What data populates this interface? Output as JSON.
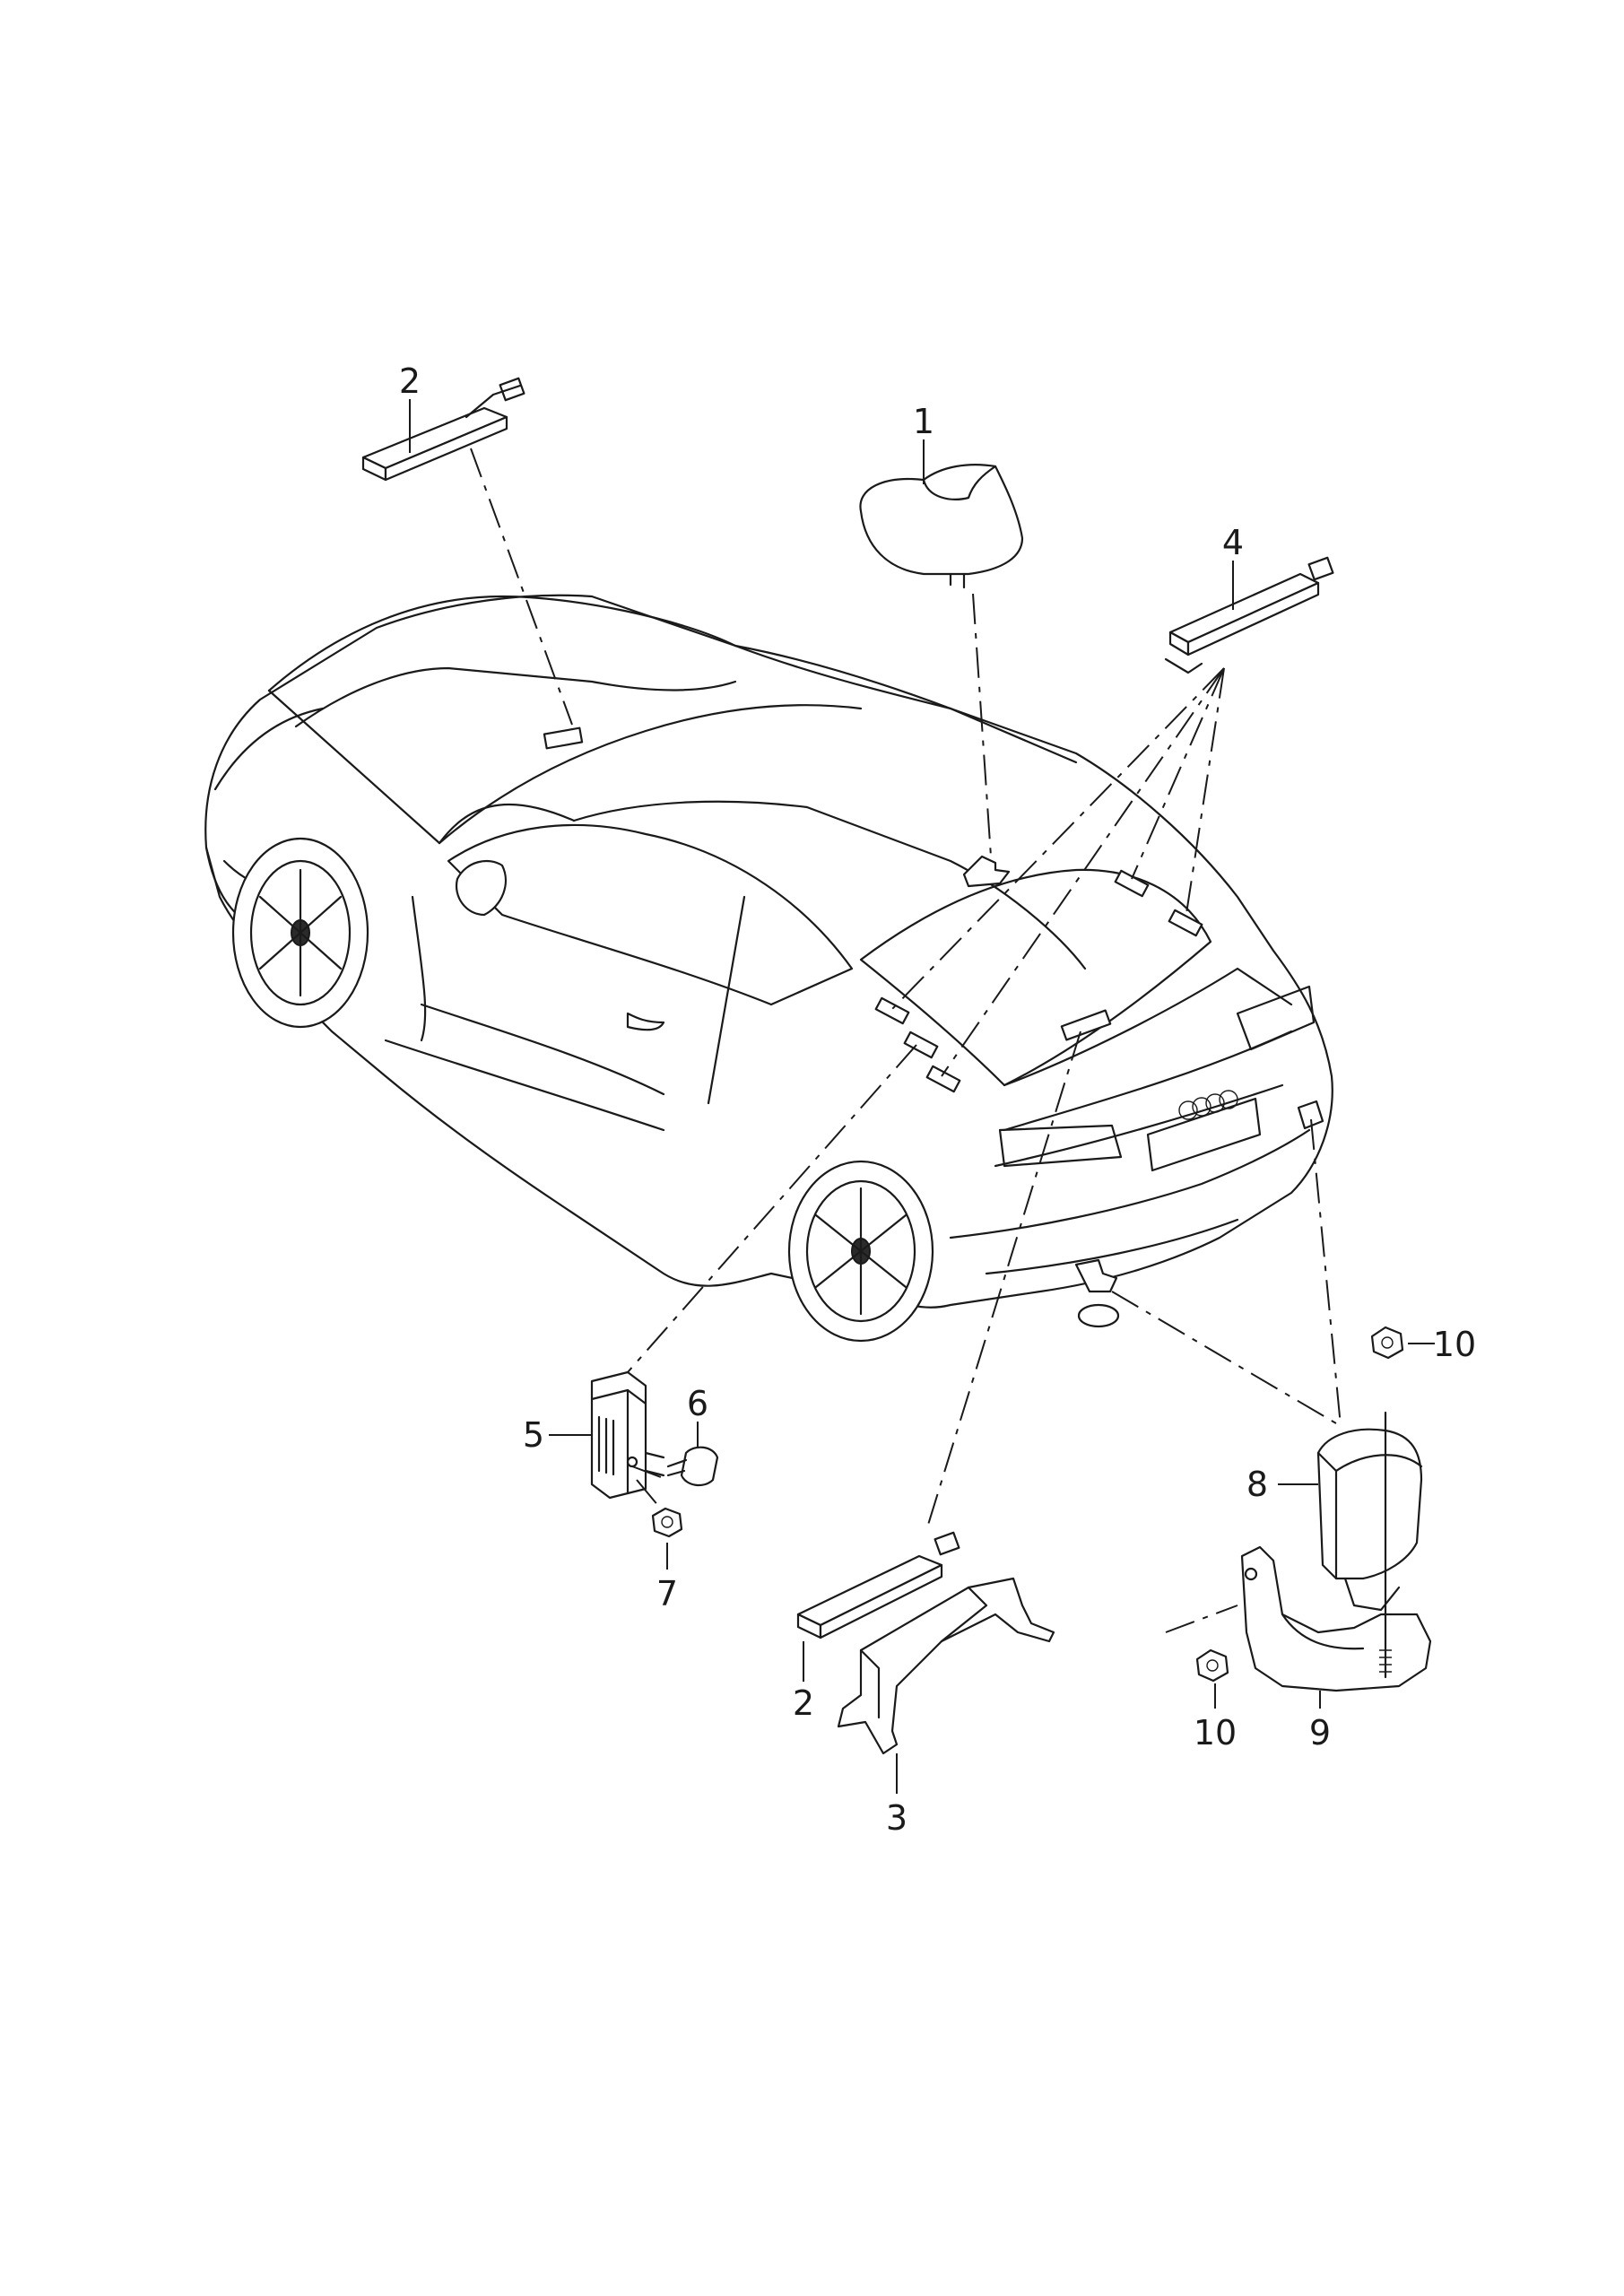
{
  "diagram": {
    "callouts": [
      {
        "id": "c1",
        "label": "1"
      },
      {
        "id": "c2a",
        "label": "2"
      },
      {
        "id": "c2b",
        "label": "2"
      },
      {
        "id": "c3",
        "label": "3"
      },
      {
        "id": "c4",
        "label": "4"
      },
      {
        "id": "c5",
        "label": "5"
      },
      {
        "id": "c6",
        "label": "6"
      },
      {
        "id": "c7",
        "label": "7"
      },
      {
        "id": "c8",
        "label": "8"
      },
      {
        "id": "c9",
        "label": "9"
      },
      {
        "id": "c10a",
        "label": "10"
      },
      {
        "id": "c10b",
        "label": "10"
      }
    ],
    "badge_text": "AUDI",
    "colors": {
      "line": "#1a1a1a",
      "background": "#ffffff"
    }
  }
}
